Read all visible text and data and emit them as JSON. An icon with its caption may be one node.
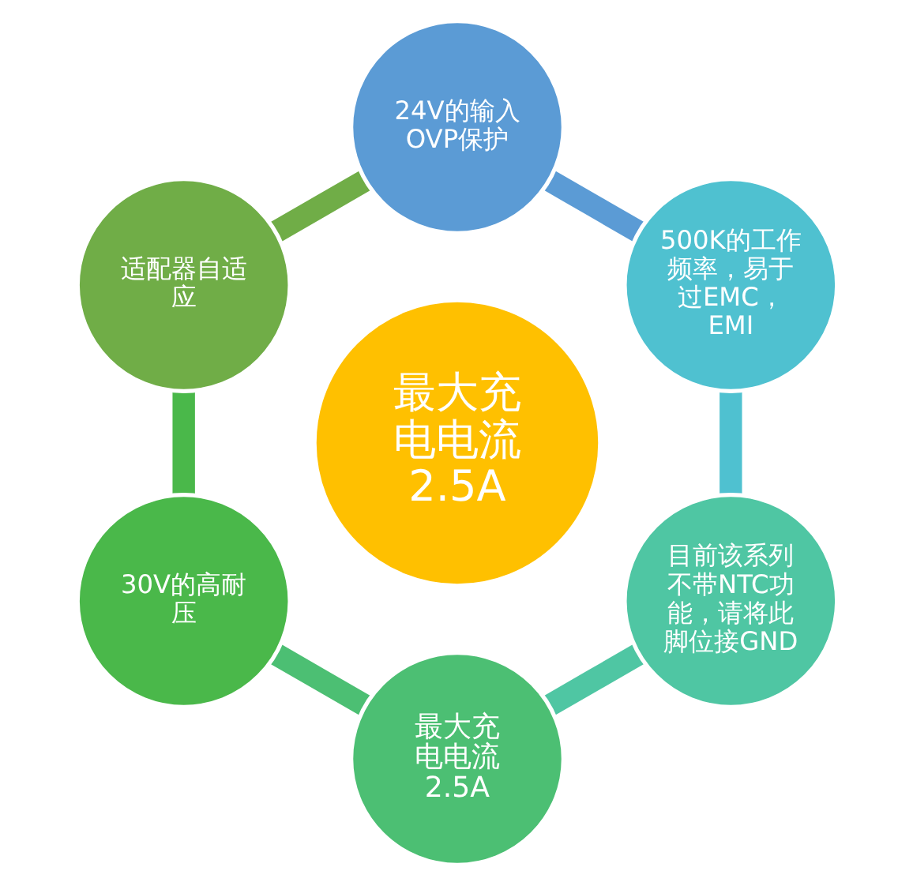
{
  "diagram": {
    "nodes": [
      {
        "text": [
          "24V的输入OVP保护"
        ]
      },
      {
        "text": [
          "500K的工作频率，易于过EMC，EMI"
        ]
      },
      {
        "text": [
          "目前该系列不带NTC功能，请将此脚位接GND"
        ]
      },
      {
        "text": [
          "最大充电电流2.5A"
        ]
      },
      {
        "text": [
          "30V的高耐压"
        ]
      },
      {
        "text": [
          "适配器自适应"
        ]
      },
      {
        "text": [
          "最大充电电流2.5A"
        ]
      }
    ],
    "edges": [
      {
        "from": 0,
        "to": 1,
        "arrow": "none",
        "color": "#5b9bd5"
      },
      {
        "from": 1,
        "to": 2,
        "arrow": "none",
        "color": "#4fc1d0"
      },
      {
        "from": 2,
        "to": 3,
        "arrow": "none",
        "color": "#4fc6a3"
      },
      {
        "from": 3,
        "to": 4,
        "arrow": "none",
        "color": "#4cbf73"
      },
      {
        "from": 4,
        "to": 5,
        "arrow": "none",
        "color": "#4ab84a"
      },
      {
        "from": 5,
        "to": 0,
        "arrow": "none",
        "color": "#70ad47"
      }
    ]
  }
}
